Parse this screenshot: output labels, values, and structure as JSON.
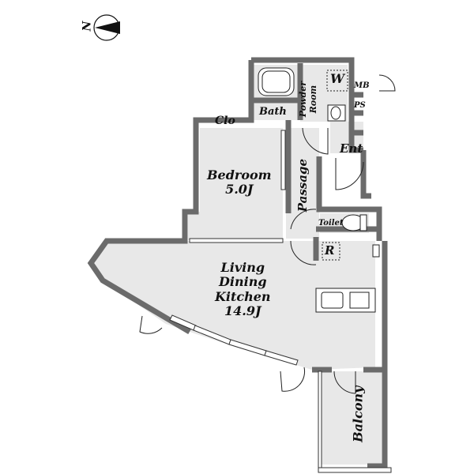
{
  "compass": {
    "label": "N",
    "icon": "north-arrow-icon"
  },
  "colors": {
    "wall": "#6b6b6b",
    "wall_edge": "#222222",
    "floor": "#e8e8e8",
    "background": "#ffffff"
  },
  "rooms": {
    "bath": {
      "label": "Bath"
    },
    "powder_room": {
      "line1": "Powder",
      "line2": "Room"
    },
    "washer": {
      "label": "W"
    },
    "mb": {
      "label": "MB"
    },
    "ps": {
      "label": "PS"
    },
    "closet": {
      "label": "Clo"
    },
    "entrance": {
      "label": "Ent"
    },
    "bedroom": {
      "name": "Bedroom",
      "size": "5.0J"
    },
    "passage": {
      "label": "Passage"
    },
    "toilet": {
      "label": "Toilet"
    },
    "refrigerator": {
      "label": "R"
    },
    "ldk": {
      "line1": "Living",
      "line2": "Dining",
      "line3": "Kitchen",
      "size": "14.9J"
    },
    "balcony": {
      "label": "Balcony"
    }
  }
}
